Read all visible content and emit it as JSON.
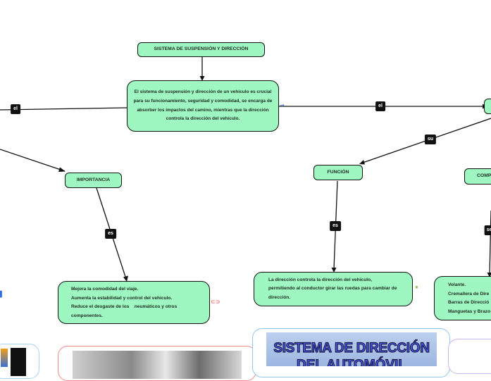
{
  "nodes": {
    "title": "SISTEMA DE SUSPENSIÓN Y DIRECCIÓN",
    "description": "El sistema de suspensión y dirección de un vehículo es crucial para su funcionamiento, seguridad y comodidad, se encarga de absorber los impactos del camino, mientras que la dirección controla la dirección del vehículo.",
    "importance": "IMPORTANCIA",
    "importance_items": [
      "Mejora la comodidad del viaje.",
      "Aumenta la estabilidad y control del vehículo.",
      "Reduce el desgaste de los    neumáticos y otros",
      "componentes."
    ],
    "function": "FUNCIÓN",
    "function_text": "La dirección controla la dirección del vehículo, permitiendo al conductor girar las ruedas para cambiar de dirección.",
    "components": "COMP",
    "components_items": [
      "Volante.",
      "Cremallera de Dire",
      "Barras de Direcció",
      "Manguetas y Brazo"
    ]
  },
  "edge_labels": {
    "left_el": "el",
    "right_el": "el",
    "su": "su",
    "es_importance": "es",
    "es_function": "es",
    "se": "se"
  },
  "banner": {
    "line1": "SISTEMA DE DIRECCIÓN",
    "line2": "DEL AUTOMÓVIL"
  },
  "colors": {
    "node_fill": "#9ef7c0",
    "node_border": "#111111",
    "tag_bg": "#111111",
    "card_red": "#f08a8a",
    "card_blue": "#8fc6ef",
    "card_purple": "#c9b6ef"
  }
}
